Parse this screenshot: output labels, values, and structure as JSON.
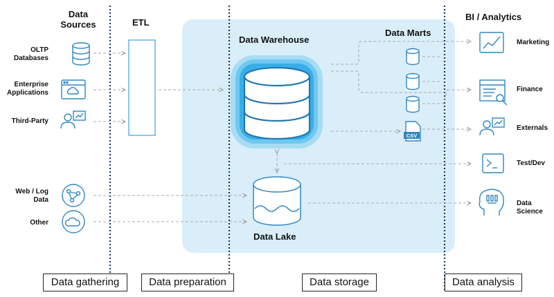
{
  "headers": {
    "data_sources": "Data\nSources",
    "etl": "ETL",
    "data_warehouse": "Data Warehouse",
    "data_marts": "Data Marts",
    "bi_analytics": "BI / Analytics",
    "data_lake": "Data Lake"
  },
  "sources": [
    {
      "label": "OLTP\nDatabases",
      "icon": "database-icon"
    },
    {
      "label": "Enterprise\nApplications",
      "icon": "application-window-icon"
    },
    {
      "label": "Third-Party",
      "icon": "person-chart-icon"
    },
    {
      "label": "Web / Log\nData",
      "icon": "network-globe-icon"
    },
    {
      "label": "Other",
      "icon": "cloud-sync-icon"
    }
  ],
  "marts_badge": "CSV",
  "outputs": [
    {
      "label": "Marketing",
      "icon": "line-chart-icon"
    },
    {
      "label": "Finance",
      "icon": "report-magnifier-icon"
    },
    {
      "label": "Externals",
      "icon": "person-chart-icon"
    },
    {
      "label": "Test/Dev",
      "icon": "terminal-icon"
    },
    {
      "label": "Data\nScience",
      "icon": "head-binary-icon"
    }
  ],
  "phases": [
    "Data gathering",
    "Data preparation",
    "Data storage",
    "Data analysis"
  ],
  "colors": {
    "icon_blue": "#2e86c1",
    "storage_area": "#d9eef9",
    "warehouse_glow": "#6fc8f0",
    "dashed_line": "#aaaaaa",
    "divider": "#1e3a5a"
  }
}
